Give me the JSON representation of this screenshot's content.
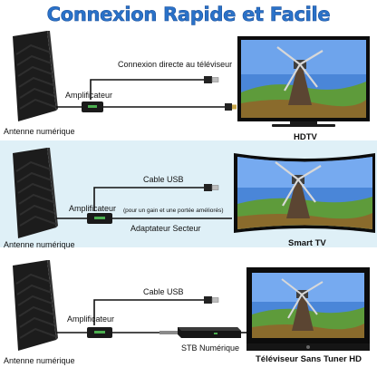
{
  "title": "Connexion Rapide et Facile",
  "panels": [
    {
      "antenna_label": "Antenne numérique",
      "amplifier_label": "Amplificateur",
      "connection_label": "Connexion directe au téléviseur",
      "tv_label": "HDTV"
    },
    {
      "antenna_label": "Antenne numérique",
      "amplifier_label": "Amplificateur",
      "cable_label": "Cable USB",
      "note_label": "(pour un gain et une portée améliorés)",
      "adapter_label": "Adaptateur Secteur",
      "tv_label": "Smart TV"
    },
    {
      "antenna_label": "Antenne numérique",
      "amplifier_label": "Amplificateur",
      "cable_label": "Cable USB",
      "stb_label": "STB Numérique",
      "tv_label": "Téléviseur Sans Tuner HD"
    }
  ],
  "colors": {
    "title": "#2a72c9",
    "panel_tint": "#dff0f7",
    "antenna": "#1c1c1c",
    "cable": "#111111"
  },
  "icons": [
    "antenna-icon",
    "amplifier-icon",
    "usb-plug-icon",
    "coax-plug-icon",
    "tv-icon",
    "windmill-scene",
    "stb-box-icon"
  ]
}
